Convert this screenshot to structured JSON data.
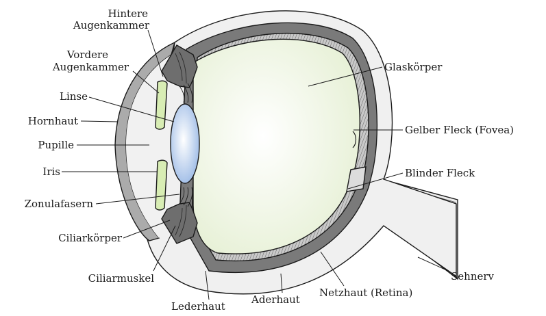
{
  "labels": {
    "hintere_augenkammer_1": "Hintere",
    "hintere_augenkammer_2": "Augenkammer",
    "vordere_augenkammer_1": "Vordere",
    "vordere_augenkammer_2": "Augenkammer",
    "linse": "Linse",
    "hornhaut": "Hornhaut",
    "pupille": "Pupille",
    "iris": "Iris",
    "zonulafasern": "Zonulafasern",
    "ciliarkoerper": "Ciliarkörper",
    "ciliarmuskel": "Ciliarmuskel",
    "lederhaut": "Lederhaut",
    "aderhaut": "Aderhaut",
    "netzhaut": "Netzhaut (Retina)",
    "sehnerv": "Sehnerv",
    "blinder_fleck": "Blinder Fleck",
    "gelber_fleck": "Gelber Fleck (Fovea)",
    "glaskoerper": "Glaskörper"
  },
  "colors": {
    "sclera": "#f0f0f0",
    "choroid": "#7a7a7a",
    "retina": "#b5b5b5",
    "vitreous": "#eaf3dc",
    "lens": "#a8c4ea",
    "iris": "#d8edb4",
    "outline": "#1a1a1a"
  }
}
